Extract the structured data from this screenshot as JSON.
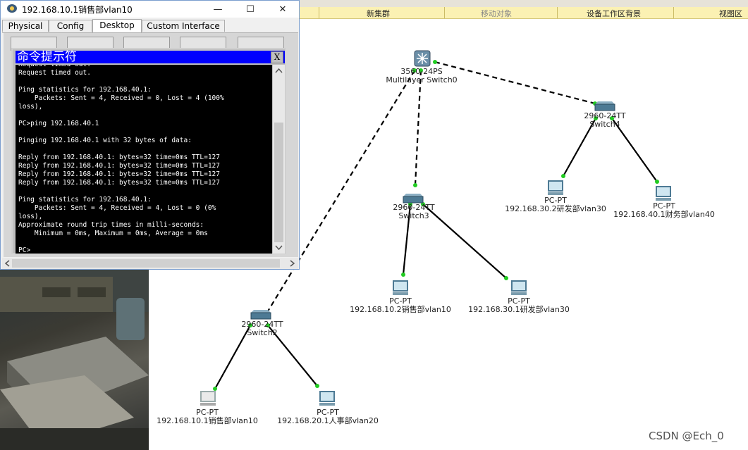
{
  "window": {
    "title": "192.168.10.1销售部vlan10",
    "min_glyph": "—",
    "max_glyph": "☐",
    "close_glyph": "✕",
    "tabs": [
      "Physical",
      "Config",
      "Desktop",
      "Custom Interface"
    ],
    "active_tab": "Desktop"
  },
  "cmd": {
    "title": "命令提示符",
    "close_label": "X",
    "output": "Request timed out.\nRequest timed out.\n\nPing statistics for 192.168.40.1:\n    Packets: Sent = 4, Received = 0, Lost = 4 (100%\nloss),\n\nPC>ping 192.168.40.1\n\nPinging 192.168.40.1 with 32 bytes of data:\n\nReply from 192.168.40.1: bytes=32 time=0ms TTL=127\nReply from 192.168.40.1: bytes=32 time=0ms TTL=127\nReply from 192.168.40.1: bytes=32 time=0ms TTL=127\nReply from 192.168.40.1: bytes=32 time=0ms TTL=127\n\nPing statistics for 192.168.40.1:\n    Packets: Sent = 4, Received = 4, Lost = 0 (0%\nloss),\nApproximate round trip times in milli-seconds:\n    Minimum = 0ms, Maximum = 0ms, Average = 0ms\n\nPC>"
  },
  "menubar": {
    "new_cluster": "新集群",
    "move_object": "移动对象",
    "set_background": "设备工作区背景",
    "viewport": "视图区"
  },
  "devices": {
    "multilayer": {
      "model": "3560-24PS",
      "name": "Multilayer Switch0"
    },
    "switch4": {
      "model": "2960-24TT",
      "name": "Switch4"
    },
    "switch3": {
      "model": "2960-24TT",
      "name": "Switch3"
    },
    "switch2": {
      "model": "2960-24TT",
      "name": "Switch2"
    },
    "pc_rd30_2": {
      "type": "PC-PT",
      "name": "192.168.30.2研发部vlan30"
    },
    "pc_fin40": {
      "type": "PC-PT",
      "name": "192.168.40.1财务部vlan40"
    },
    "pc_sales10_2": {
      "type": "PC-PT",
      "name": "192.168.10.2销售部vlan10"
    },
    "pc_rd30_1": {
      "type": "PC-PT",
      "name": "192.168.30.1研发部vlan30"
    },
    "pc_sales10_1": {
      "type": "PC-PT",
      "name": "192.168.10.1销售部vlan10"
    },
    "pc_hr20": {
      "type": "PC-PT",
      "name": "192.168.20.1人事部vlan20"
    }
  },
  "watermark": "CSDN @Ech_0",
  "colors": {
    "link_up": "#22cc22",
    "cmd_title_bg": "#0000ff",
    "menubar_bg": "#fbf1b3"
  }
}
